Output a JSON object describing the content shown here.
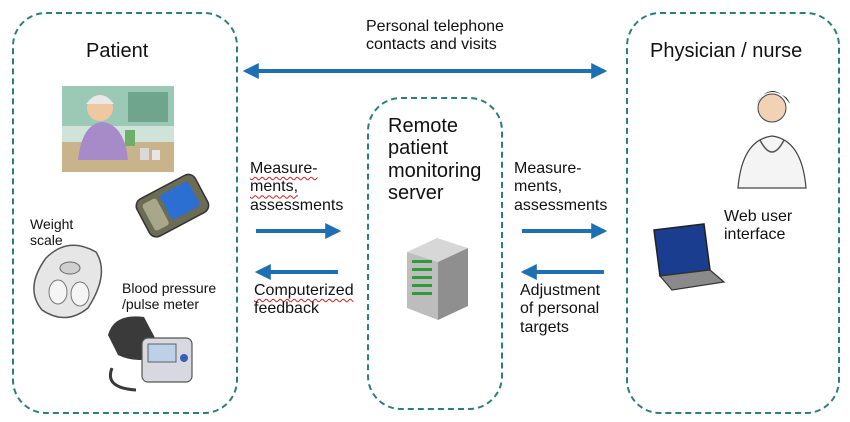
{
  "patient": {
    "title": "Patient",
    "weight_scale": "Weight\nscale",
    "bp_meter": "Blood pressure\n/pulse meter"
  },
  "server": {
    "title": "Remote\npatient\nmonitoring\nserver"
  },
  "physician": {
    "title": "Physician / nurse",
    "web_ui": "Web user\ninterface"
  },
  "top_link": "Personal telephone\ncontacts and visits",
  "left_flows": {
    "up_label_a": "Measure-",
    "up_label_b": "ments,",
    "up_label_c": "assessments",
    "down_label_a": "Computerized",
    "down_label_b": "feedback"
  },
  "right_flows": {
    "up_label": "Measure-\nments,\nassessments",
    "down_label": "Adjustment\nof personal\ntargets"
  },
  "colors": {
    "arrow": "#1f6fb5",
    "border": "#2b7f78"
  }
}
